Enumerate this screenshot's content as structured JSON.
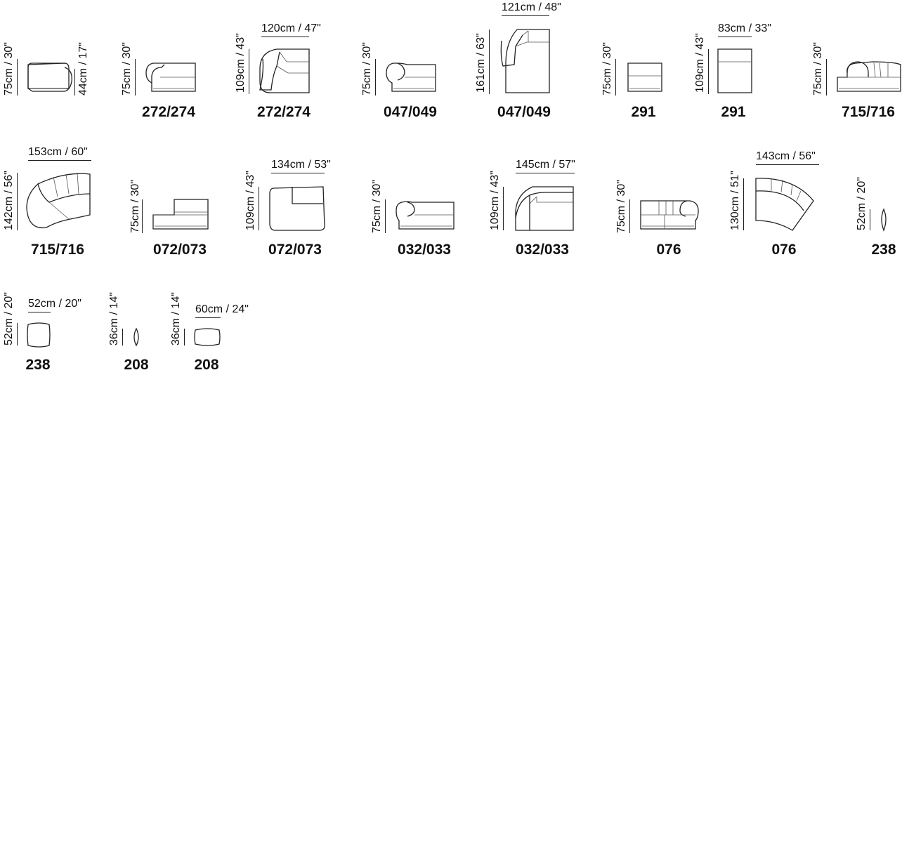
{
  "items": [
    {
      "code": "",
      "dims": [
        "75cm / 30\"",
        "44cm / 17\""
      ]
    },
    {
      "code": "272/274",
      "dims": [
        "75cm / 30\""
      ]
    },
    {
      "code": "272/274",
      "dims": [
        "109cm / 43\"",
        "120cm / 47\""
      ]
    },
    {
      "code": "047/049",
      "dims": [
        "75cm / 30\""
      ]
    },
    {
      "code": "047/049",
      "dims": [
        "161cm / 63\"",
        "121cm / 48\""
      ]
    },
    {
      "code": "291",
      "dims": [
        "75cm / 30\""
      ]
    },
    {
      "code": "291",
      "dims": [
        "109cm / 43\"",
        "83cm / 33\""
      ]
    },
    {
      "code": "715/716",
      "dims": [
        "75cm / 30\""
      ]
    },
    {
      "code": "715/716",
      "dims": [
        "142cm / 56\"",
        "153cm / 60\""
      ]
    },
    {
      "code": "072/073",
      "dims": [
        "75cm / 30\""
      ]
    },
    {
      "code": "072/073",
      "dims": [
        "109cm / 43\"",
        "134cm / 53\""
      ]
    },
    {
      "code": "032/033",
      "dims": [
        "75cm / 30\""
      ]
    },
    {
      "code": "032/033",
      "dims": [
        "109cm / 43\"",
        "145cm / 57\""
      ]
    },
    {
      "code": "076",
      "dims": [
        "75cm / 30\""
      ]
    },
    {
      "code": "076",
      "dims": [
        "130cm / 51\"",
        "143cm / 56\""
      ]
    },
    {
      "code": "238",
      "dims": [
        "52cm / 20\""
      ]
    },
    {
      "code": "238",
      "dims": [
        "52cm / 20\"",
        "52cm / 20\""
      ]
    },
    {
      "code": "208",
      "dims": [
        "36cm / 14\""
      ]
    },
    {
      "code": "208",
      "dims": [
        "36cm / 14\"",
        "60cm / 24\""
      ]
    }
  ]
}
